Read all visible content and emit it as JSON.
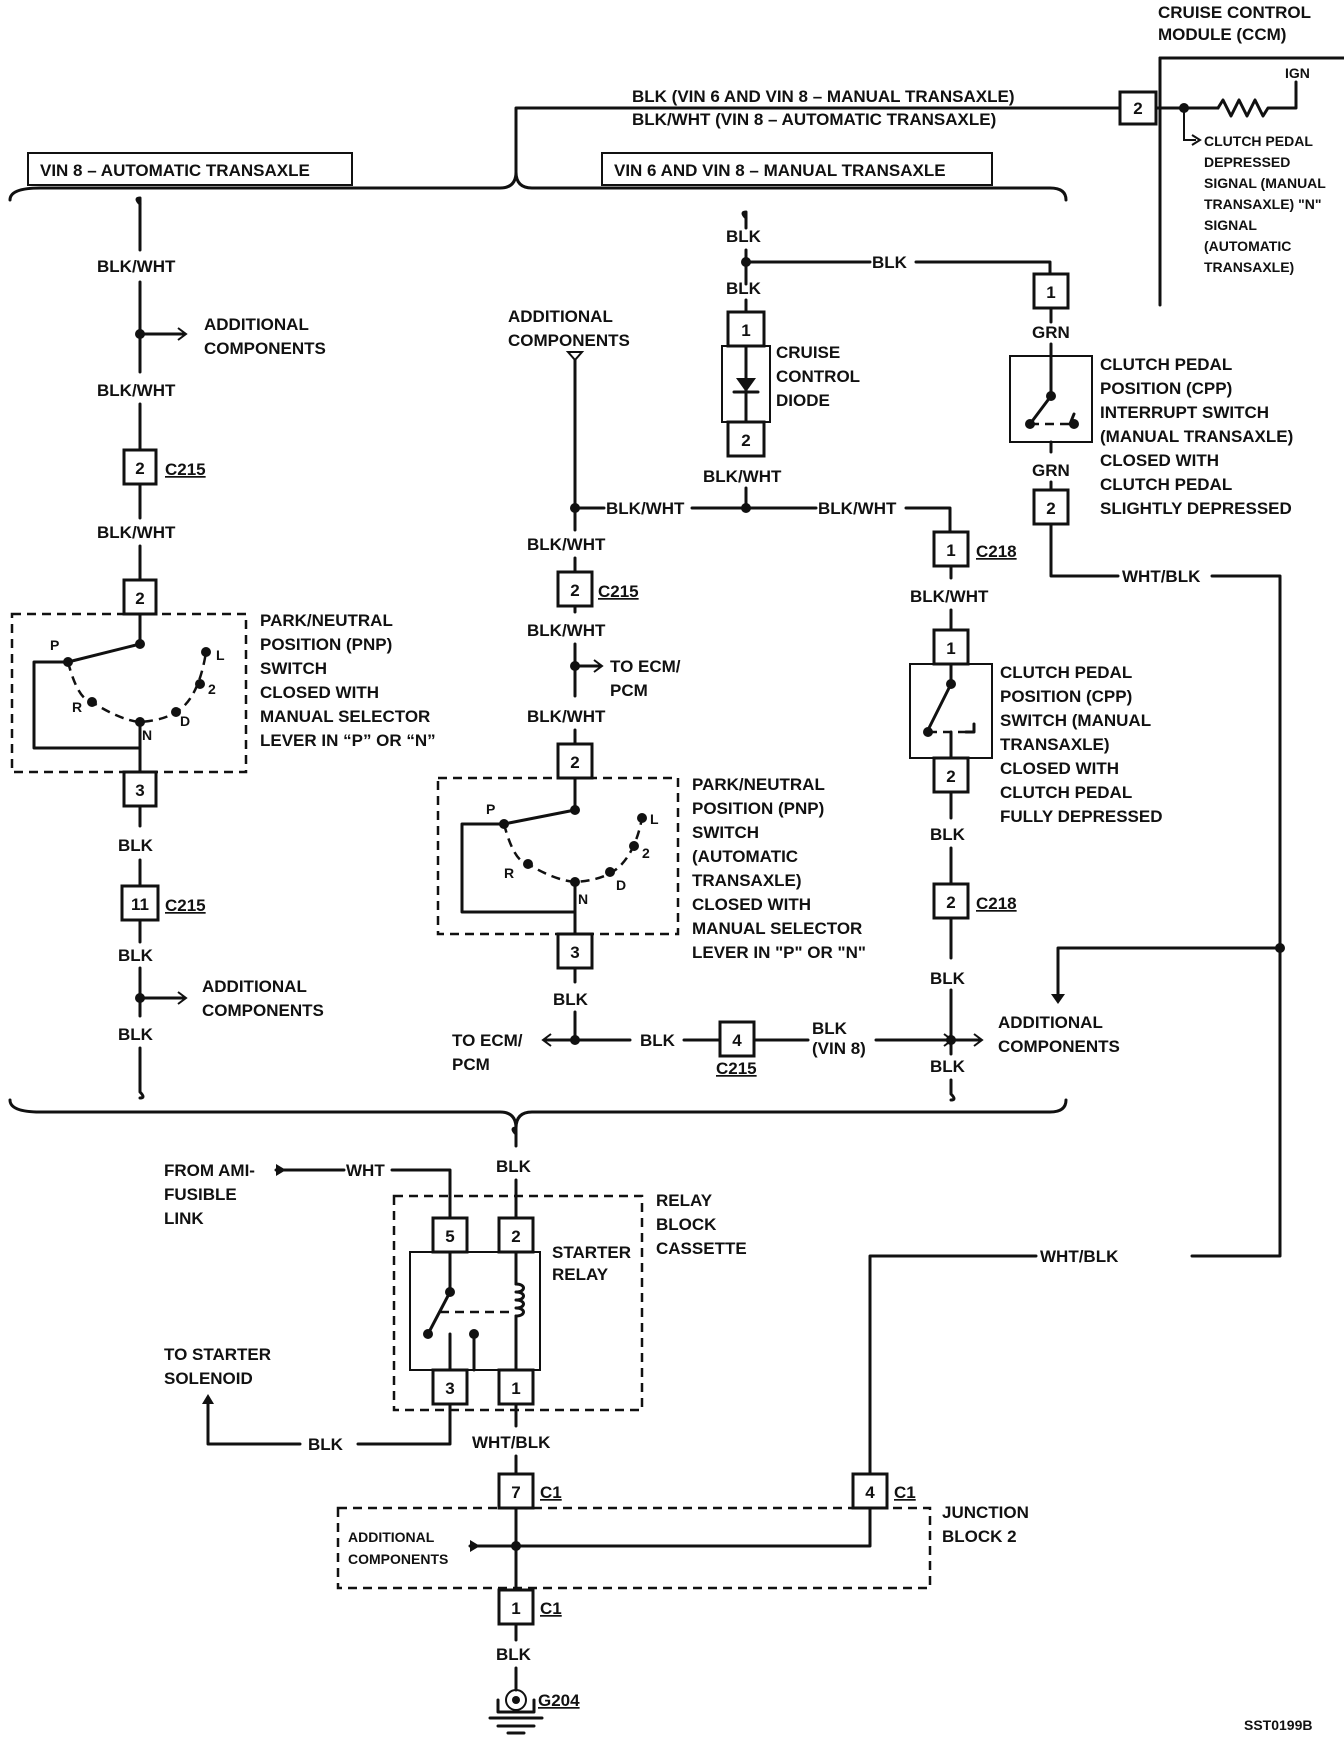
{
  "ccm": {
    "title1": "CRUISE CONTROL",
    "title2": "MODULE (CCM)",
    "pin": "2",
    "ign": "IGN",
    "desc": [
      "CLUTCH PEDAL",
      "DEPRESSED",
      "SIGNAL (MANUAL",
      "TRANSAXLE) \"N\"",
      "SIGNAL",
      "(AUTOMATIC",
      "TRANSAXLE)"
    ]
  },
  "top_wire": {
    "line1": "BLK (VIN 6 AND VIN 8 – MANUAL TRANSAXLE)",
    "line2": "BLK/WHT (VIN 8 – AUTOMATIC TRANSAXLE)"
  },
  "sections": {
    "auto": "VIN 8 – AUTOMATIC TRANSAXLE",
    "manual": "VIN 6 AND VIN 8 – MANUAL TRANSAXLE"
  },
  "left": {
    "w1": "BLK/WHT",
    "w2": "BLK/WHT",
    "w3": "BLK/WHT",
    "w4": "BLK",
    "w5": "BLK",
    "w6": "BLK",
    "add1": [
      "ADDITIONAL",
      "COMPONENTS"
    ],
    "add2": [
      "ADDITIONAL",
      "COMPONENTS"
    ],
    "c215a": "2",
    "c215b": "11",
    "conn": "C215",
    "pnp_top": "2",
    "pnp_bot": "3",
    "pnp_desc": [
      "PARK/NEUTRAL",
      "POSITION (PNP)",
      "SWITCH",
      "CLOSED WITH",
      "MANUAL SELECTOR",
      "LEVER IN “P” OR “N”"
    ]
  },
  "middle": {
    "add": [
      "ADDITIONAL",
      "COMPONENTS"
    ],
    "w1": "BLK/WHT",
    "w2": "BLK/WHT",
    "w3": "BLK/WHT",
    "w4": "BLK/WHT",
    "w5": "BLK/WHT",
    "w6": "BLK",
    "w7": "BLK",
    "w8": "BLK/WHT",
    "c215": "2",
    "conn": "C215",
    "ecm": [
      "TO ECM/",
      "PCM"
    ],
    "ecm2": [
      "TO ECM/",
      "PCM"
    ],
    "pnp_top": "2",
    "pnp_bot": "3",
    "pnp_desc": [
      "PARK/NEUTRAL",
      "POSITION (PNP)",
      "SWITCH",
      "(AUTOMATIC",
      "TRANSAXLE)",
      "CLOSED WITH",
      "MANUAL SELECTOR",
      "LEVER IN \"P\" OR \"N\""
    ],
    "c215_4": "4",
    "blk": "BLK",
    "vin8": [
      "BLK",
      "(VIN 8)"
    ]
  },
  "diode": {
    "w_in": "BLK",
    "w_out": "BLK",
    "pin1": "1",
    "pin2": "2",
    "label": [
      "CRUISE",
      "CONTROL",
      "DIODE"
    ],
    "w_blk": "BLK",
    "w_bw": "BLK/WHT"
  },
  "cpp_int": {
    "pin1": "1",
    "pin2": "2",
    "w1": "GRN",
    "w2": "GRN",
    "desc": [
      "CLUTCH PEDAL",
      "POSITION (CPP)",
      "INTERRUPT SWITCH",
      "(MANUAL TRANSAXLE)",
      "CLOSED WITH",
      "CLUTCH PEDAL",
      "SLIGHTLY DEPRESSED"
    ],
    "w3": "WHT/BLK"
  },
  "cpp_sw": {
    "c218a": "1",
    "conn": "C218",
    "w1": "BLK/WHT",
    "pin1": "1",
    "pin2": "2",
    "w2": "BLK",
    "c218b": "2",
    "w3": "BLK",
    "w4": "BLK",
    "desc": [
      "CLUTCH PEDAL",
      "POSITION (CPP)",
      "SWITCH (MANUAL",
      "TRANSAXLE)",
      "CLOSED WITH",
      "CLUTCH PEDAL",
      "FULLY DEPRESSED"
    ],
    "add": [
      "ADDITIONAL",
      "COMPONENTS"
    ]
  },
  "relay": {
    "from": [
      "FROM AMI-",
      "FUSIBLE",
      "LINK"
    ],
    "wht": "WHT",
    "blk": "BLK",
    "pin5": "5",
    "pin2": "2",
    "pin3": "3",
    "pin1": "1",
    "label": [
      "STARTER",
      "RELAY"
    ],
    "block": [
      "RELAY",
      "BLOCK",
      "CASSETTE"
    ],
    "starter": [
      "TO STARTER",
      "SOLENOID"
    ],
    "blk2": "BLK",
    "wb": "WHT/BLK",
    "wb2": "WHT/BLK"
  },
  "junction": {
    "c1a": "7",
    "c1b": "4",
    "c1c": "1",
    "conn": "C1",
    "label": [
      "JUNCTION",
      "BLOCK 2"
    ],
    "add": [
      "ADDITIONAL",
      "COMPONENTS"
    ],
    "blk": "BLK",
    "ground": "G204"
  },
  "ref": "SST0199B",
  "pnp_letters": {
    "p": "P",
    "r": "R",
    "n": "N",
    "d": "D",
    "two": "2",
    "l": "L"
  }
}
